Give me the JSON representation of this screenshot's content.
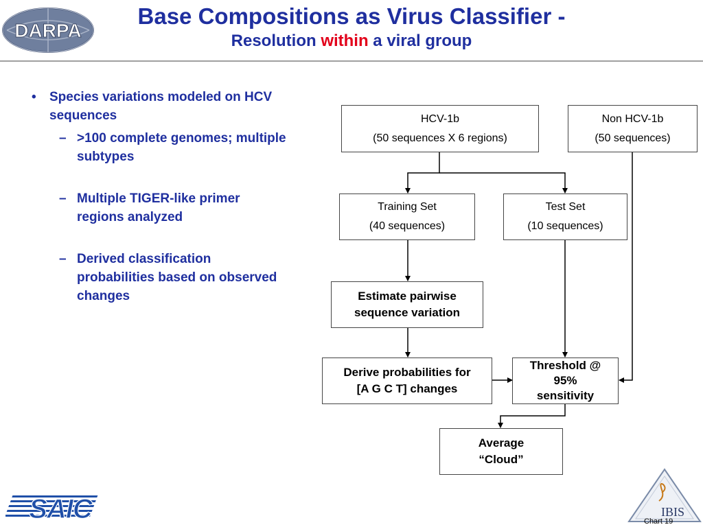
{
  "header": {
    "logo_text": "DARPA",
    "title": "Base Compositions as Virus Classifier -",
    "subtitle_pre": "Resolution ",
    "subtitle_emph": "within",
    "subtitle_post": " a viral group"
  },
  "bullets": {
    "main": "Species variations modeled on HCV sequences",
    "subs": [
      ">100 complete genomes; multiple subtypes",
      "Multiple TIGER-like primer regions analyzed",
      "Derived classification probabilities based on observed changes"
    ]
  },
  "flow": {
    "hcv_line1": "HCV-1b",
    "hcv_line2": "(50 sequences X 6 regions)",
    "nonhcv_line1": "Non HCV-1b",
    "nonhcv_line2": "(50 sequences)",
    "train_line1": "Training Set",
    "train_line2": "(40 sequences)",
    "test_line1": "Test Set",
    "test_line2": "(10 sequences)",
    "estimate_line1": "Estimate pairwise",
    "estimate_line2": "sequence variation",
    "derive_line1": "Derive probabilities for",
    "derive_line2": "[A G C T] changes",
    "threshold_line1": "Threshold @",
    "threshold_line2": "95%",
    "threshold_line3": "sensitivity",
    "average_line1": "Average",
    "average_line2": "“Cloud”"
  },
  "footer": {
    "saic_logo_text": "SAIC",
    "ibis_logo_text": "IBIS",
    "chart_number": "Chart 19"
  },
  "colors": {
    "title": "#1f2f9f",
    "emphasis": "#e2001a",
    "bullet_text": "#1f2f9f"
  }
}
